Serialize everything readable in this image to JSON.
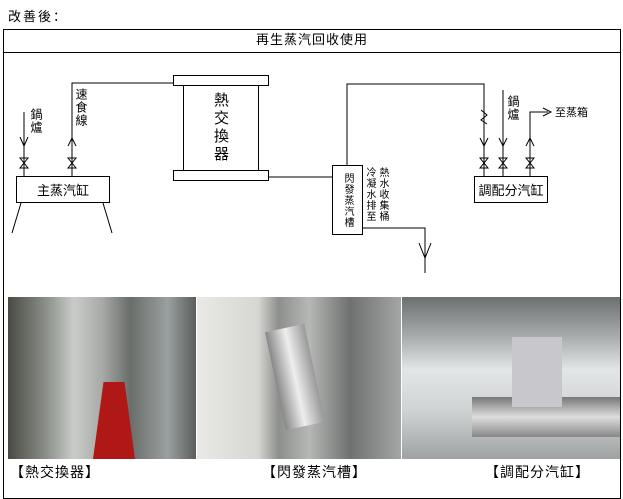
{
  "heading": "改善後：",
  "title": "再生蒸汽回收使用",
  "diagram": {
    "boiler_left": "鍋爐",
    "fast_food_line": "速食線",
    "main_header": "主蒸汽缸",
    "heat_exchanger": "熱交換器",
    "flash_tank": "閃發蒸汽槽",
    "condensate_col1": "冷凝水排至",
    "condensate_col2": "熱水收集桶",
    "boiler_right": "鍋爐",
    "to_steamer": "至蒸箱",
    "distribution_header": "調配分汽缸"
  },
  "captions": [
    "【熱交換器】",
    "【閃發蒸汽槽】",
    "【調配分汽缸】"
  ]
}
